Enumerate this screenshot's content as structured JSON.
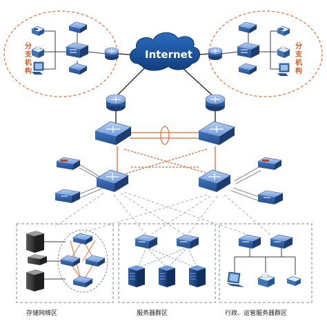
{
  "cloud": {
    "label": "Internet"
  },
  "branches": {
    "left": {
      "label_chars": [
        "分",
        "支",
        "机",
        "构"
      ]
    },
    "right": {
      "label_chars": [
        "分",
        "支",
        "机",
        "构"
      ]
    }
  },
  "zones": {
    "storage": {
      "label": "存储网络区"
    },
    "server": {
      "label": "服务器群区"
    },
    "admin": {
      "label": "行政、运管服务器群区"
    }
  },
  "colors": {
    "device_blue": "#3f73b8",
    "device_light": "#8fb3e4",
    "branch_border": "#e8692e",
    "zone_border": "#6f86b8",
    "cloud": "#1d5aa6",
    "wan_line": "#1a1a1a",
    "ha_line": "#e8692e",
    "dist_line": "#8a8a8a",
    "server_link": "#8fa6d6"
  }
}
